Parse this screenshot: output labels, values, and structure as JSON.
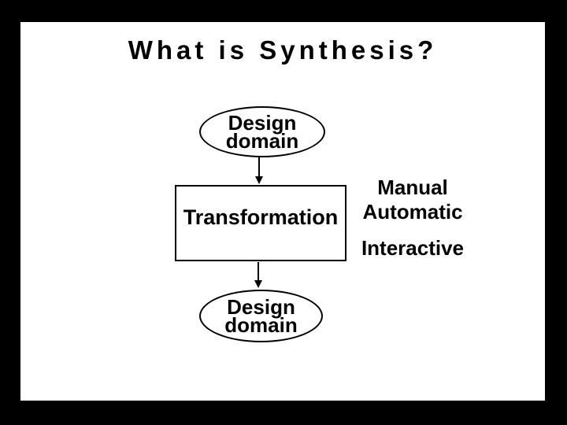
{
  "page": {
    "surround_color": "#000000",
    "slide_background": "#ffffff",
    "ink_color": "#000000"
  },
  "slide": {
    "title": "What is Synthesis?"
  },
  "diagram": {
    "source_ellipse": {
      "line1": "Design",
      "line2": "domain"
    },
    "process_box": {
      "label": "Transformation"
    },
    "target_ellipse": {
      "line1": "Design",
      "line2": "domain"
    },
    "methods": [
      {
        "label": "Manual"
      },
      {
        "label": "Automatic"
      },
      {
        "label": "Interactive"
      }
    ]
  }
}
